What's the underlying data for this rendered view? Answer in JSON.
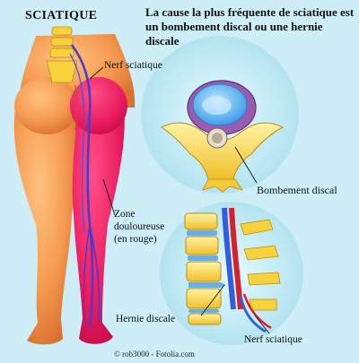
{
  "title": "SCIATIQUE",
  "heading": "La cause la plus fréquente de sciatique est un bombement discal ou une hernie discale",
  "labels": {
    "nerf_sciatique_top": "Nerf sciatique",
    "bombement": "Bombement discal",
    "zone_line1": "Zone",
    "zone_line2": "douloureuse",
    "zone_line3": "(en rouge)",
    "hernie": "Hernie discale",
    "nerf_sciatique_bottom": "Nerf sciatique"
  },
  "credit": "© rob3000 - Fotolia.com",
  "colors": {
    "background": "#cdeef6",
    "skin": "#f59a50",
    "pain_zone": "#e8175d",
    "nerve": "#4a3cc9",
    "vertebra": "#f7d23a",
    "disc_inner": "#4fb3ef",
    "spinal_canal_blue": "#2f5fe0",
    "spinal_canal_red": "#d8202a"
  }
}
